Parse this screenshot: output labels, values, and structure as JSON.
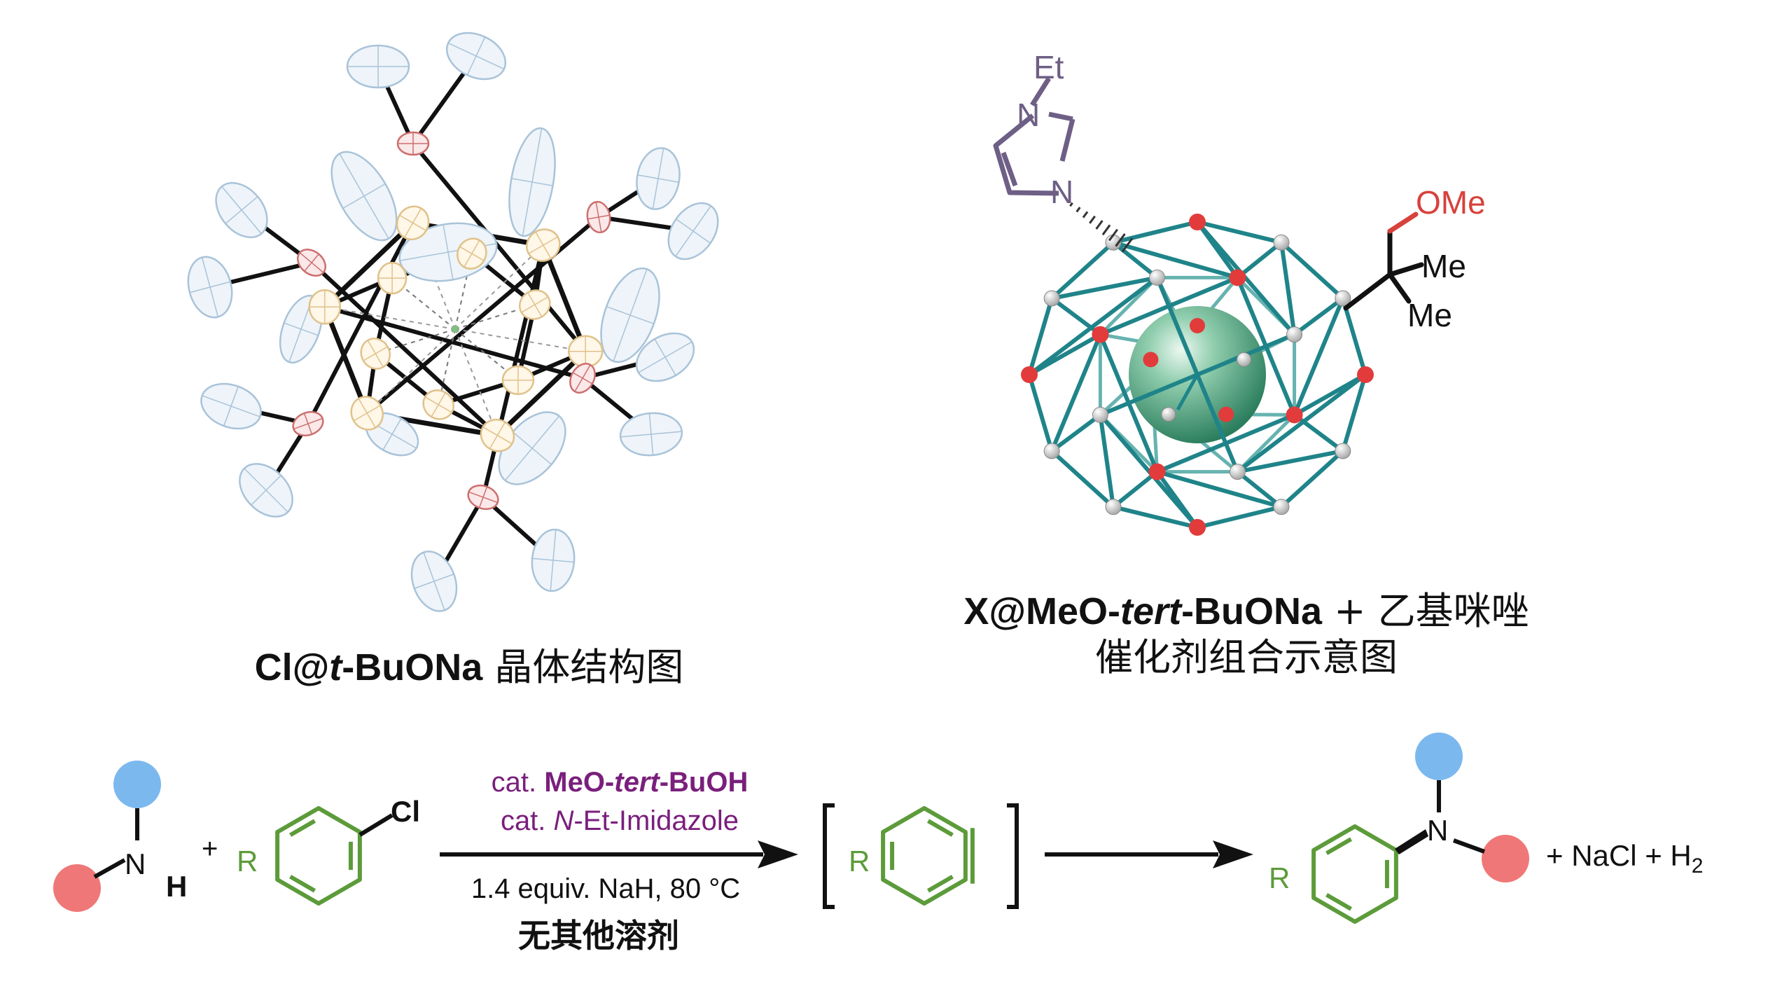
{
  "colors": {
    "cluster_bond": "#1f8489",
    "oxygen_red": "#e23b3b",
    "hydrogen_grey": "#d9d9d9",
    "core_green": "#3d9a78",
    "imidazole_purple": "#6e5f86",
    "ome_red": "#d8413c",
    "aryl_green": "#5c9b3a",
    "reagent_purple": "#7a1f7c",
    "blue_group": "#7bb8ee",
    "pink_group": "#f07777",
    "ortep_blue": "#a9c3d9",
    "ortep_tan": "#e0c28a",
    "ortep_red": "#cc6f6f"
  },
  "left_caption": {
    "formula_a": "Cl@",
    "formula_t": "t",
    "formula_b": "-BuONa",
    "suffix": " 晶体结构图"
  },
  "right_labels": {
    "et": "Et",
    "n_top": "N",
    "n_bottom": "N",
    "ome": "OMe",
    "me_top": "Me",
    "me_bottom": "Me"
  },
  "right_caption": {
    "line1_a": "X@MeO-",
    "line1_tert": "tert",
    "line1_b": "-BuONa",
    "line1_plus": " + 乙基咪唑",
    "line2": "催化剂组合示意图"
  },
  "scheme": {
    "amine_n": "N",
    "amine_h": "H",
    "plus": "+",
    "aryl_r": "R",
    "aryl_cl": "Cl",
    "reagent1_cat": "cat. ",
    "reagent1_a": "MeO-",
    "reagent1_tert": "tert",
    "reagent1_b": "-BuOH",
    "reagent2_cat": "cat. ",
    "reagent2_n": "N",
    "reagent2_rest": "-Et-Imidazole",
    "condition": "1.4 equiv. NaH, 80 °C",
    "solvent_note": "无其他溶剂",
    "aryne_r": "R",
    "product_n": "N",
    "product_r": "R",
    "byproducts": "+ NaCl + H",
    "h2_sub": "2"
  }
}
